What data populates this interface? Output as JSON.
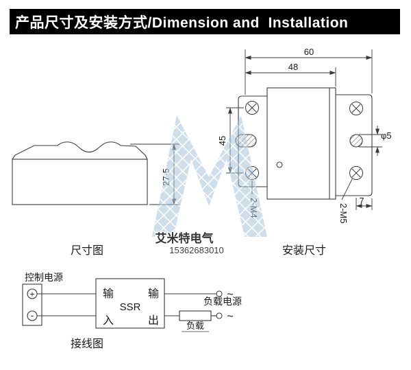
{
  "title": "产品尺寸及安装方式/Dimension and  Installation",
  "dimension_view": {
    "label": "尺寸图",
    "height_dim": "27·5"
  },
  "installation_view": {
    "label": "安装尺寸",
    "dim_outer_width": "60",
    "dim_inner_width": "48",
    "dim_hole_spacing": "45",
    "dim_hole_dia": "φ5",
    "dim_edge_offset": "7",
    "dim_holes_left": "2-M4",
    "dim_holes_right": "2-M5"
  },
  "wiring_view": {
    "label": "接线图",
    "control_power": "控制电源",
    "plus": "+",
    "minus": "-",
    "input_top": "输",
    "input_bottom": "入",
    "ssr": "SSR",
    "output_top": "输",
    "output_bottom": "出",
    "load_power": "负载电源",
    "load": "负载",
    "ac_top": "~",
    "ac_bottom": "~"
  },
  "watermark": {
    "brand": "艾米特电气",
    "phone": "15362683010"
  }
}
